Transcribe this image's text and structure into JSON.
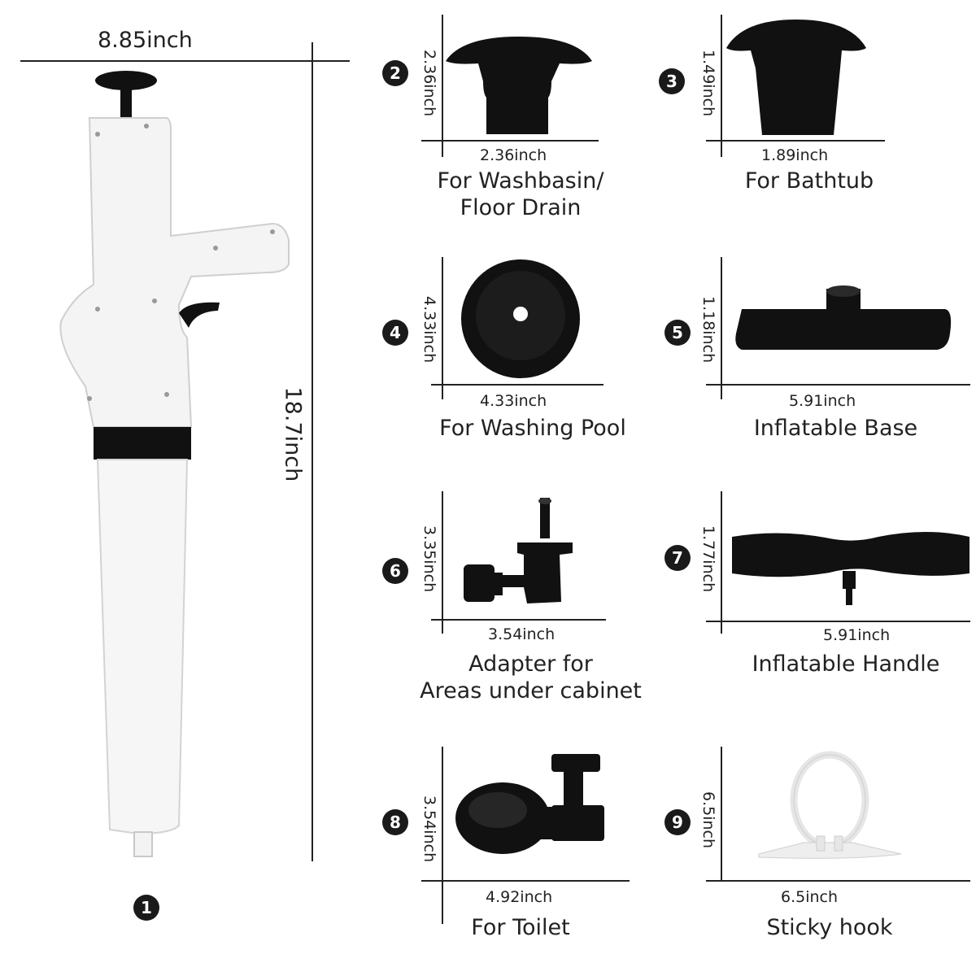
{
  "main_product": {
    "number": "1",
    "width_label": "8.85inch",
    "height_label": "18.7inch"
  },
  "attachments": [
    {
      "number": "2",
      "height_label": "2.36inch",
      "width_label": "2.36inch",
      "caption_lines": [
        "For Washbasin/",
        "Floor Drain"
      ],
      "icon": "washbasin-cup-icon"
    },
    {
      "number": "3",
      "height_label": "1.49inch",
      "width_label": "1.89inch",
      "caption_lines": [
        "For Bathtub"
      ],
      "icon": "bathtub-cup-icon"
    },
    {
      "number": "4",
      "height_label": "4.33inch",
      "width_label": "4.33inch",
      "caption_lines": [
        "For Washing Pool"
      ],
      "icon": "pool-disc-icon"
    },
    {
      "number": "5",
      "height_label": "1.18inch",
      "width_label": "5.91inch",
      "caption_lines": [
        "Inflatable Base"
      ],
      "icon": "inflatable-base-icon"
    },
    {
      "number": "6",
      "height_label": "3.35inch",
      "width_label": "3.54inch",
      "caption_lines": [
        "Adapter for",
        "Areas under cabinet"
      ],
      "icon": "adapter-icon"
    },
    {
      "number": "7",
      "height_label": "1.77inch",
      "width_label": "5.91inch",
      "caption_lines": [
        "Inflatable Handle"
      ],
      "icon": "inflatable-handle-icon"
    },
    {
      "number": "8",
      "height_label": "3.54inch",
      "width_label": "4.92inch",
      "caption_lines": [
        "For Toilet"
      ],
      "icon": "toilet-adapter-icon"
    },
    {
      "number": "9",
      "height_label": "6.5inch",
      "width_label": "6.5inch",
      "caption_lines": [
        "Sticky hook"
      ],
      "icon": "sticky-hook-icon"
    }
  ],
  "colors": {
    "background": "#ffffff",
    "part_black": "#111111",
    "body_white": "#f4f4f4",
    "line": "#222222"
  }
}
